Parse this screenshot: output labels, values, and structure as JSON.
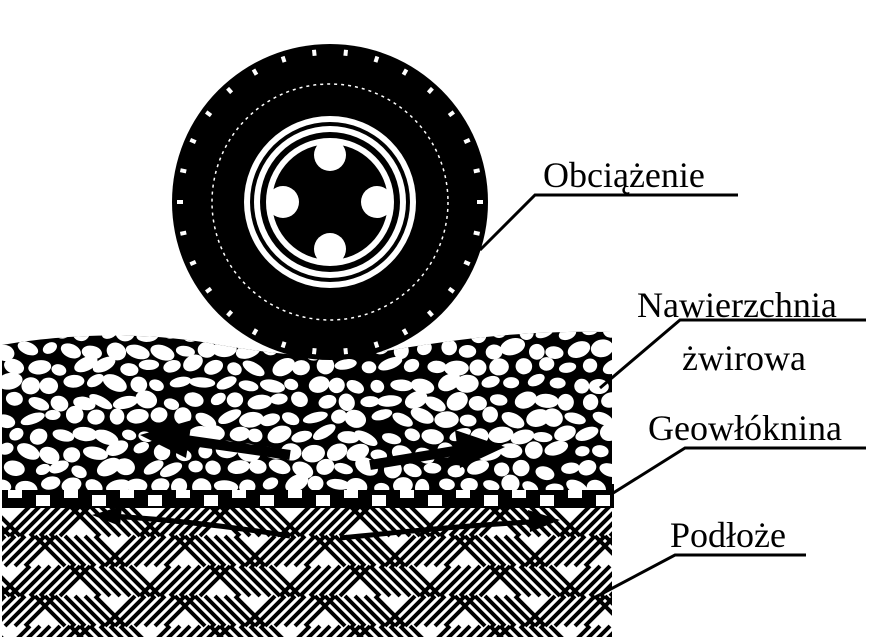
{
  "labels": {
    "load": "Obciążenie",
    "surface_line1": "Nawierzchnia",
    "surface_line2": "żwirowa",
    "geotextile": "Geowłóknina",
    "subgrade": "Podłoże"
  },
  "colors": {
    "ink": "#000000",
    "paper": "#ffffff"
  }
}
